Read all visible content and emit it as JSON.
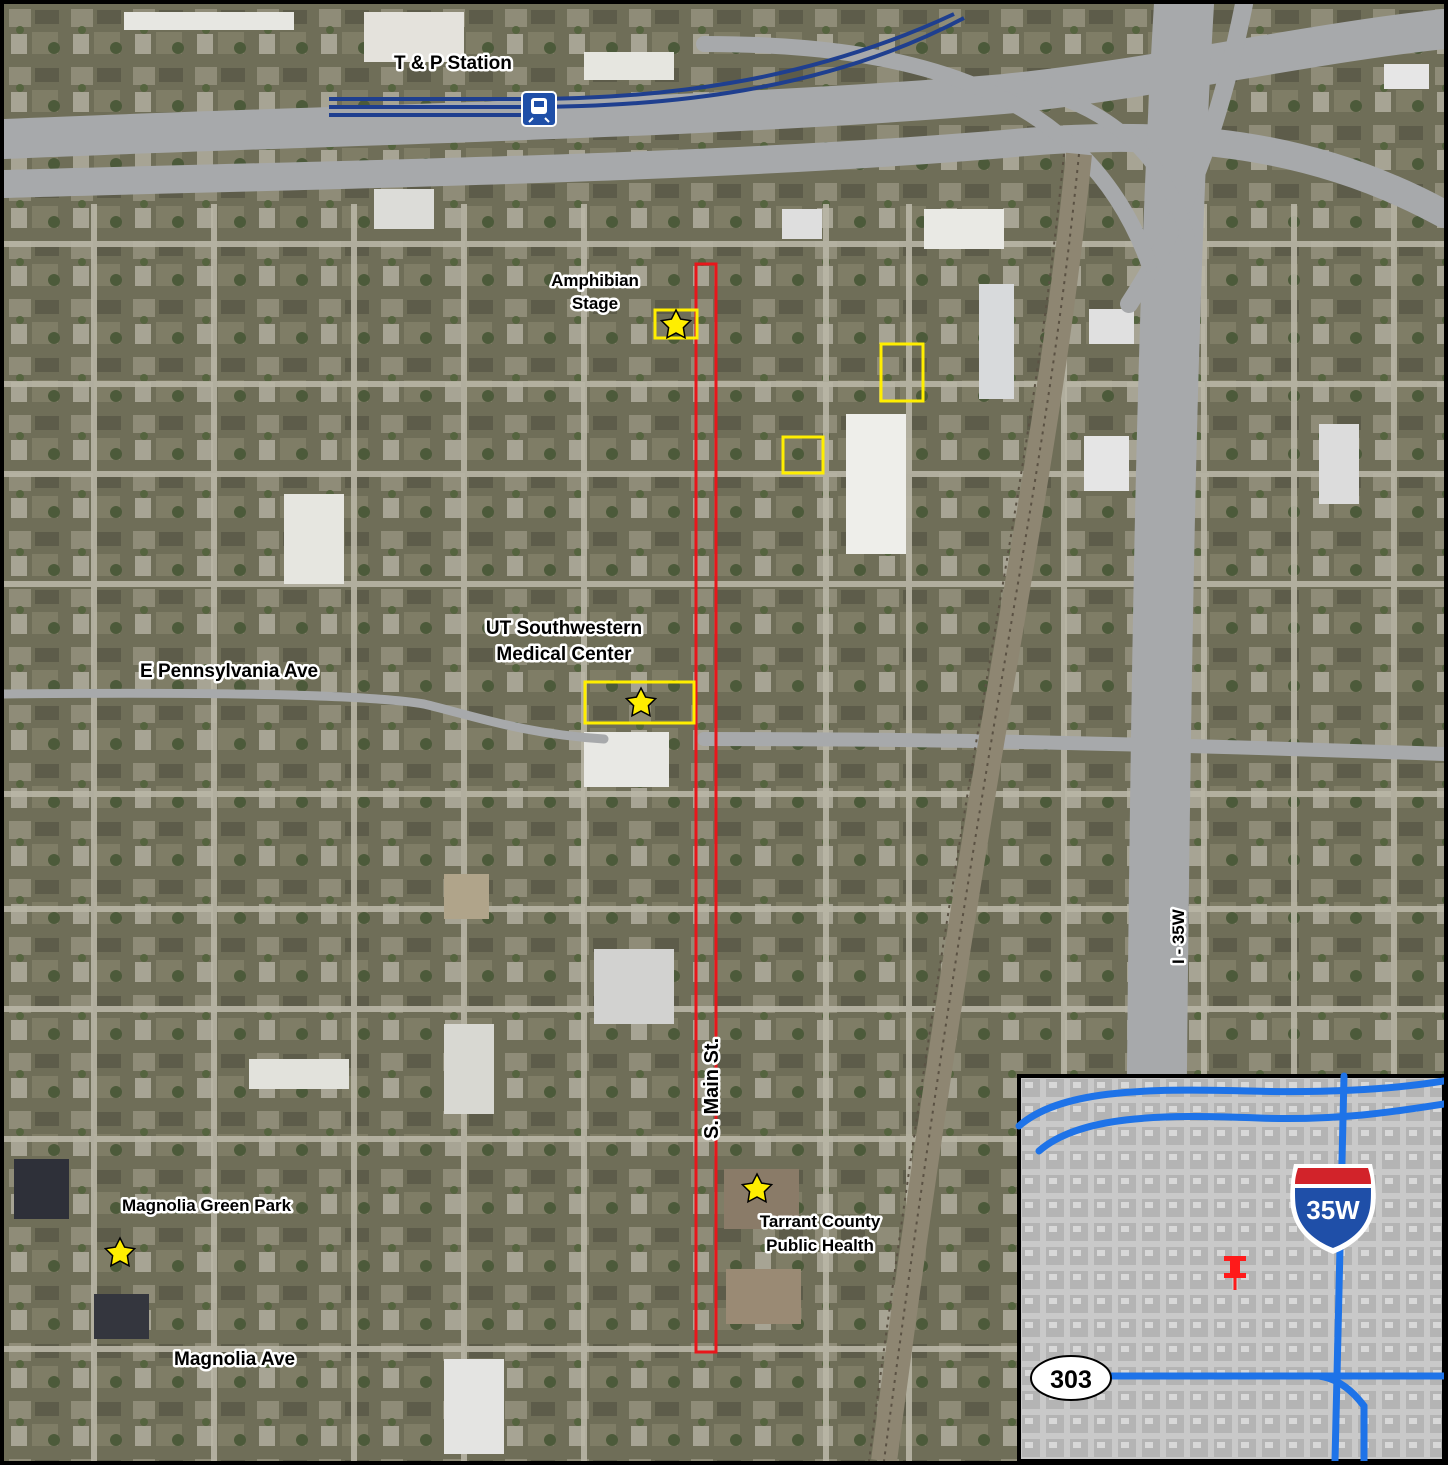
{
  "labels": {
    "tp_station": "T & P Station",
    "amphibian_line1": "Amphibian",
    "amphibian_line2": "Stage",
    "utsw_line1": "UT Southwestern",
    "utsw_line2": "Medical Center",
    "e_pennsylvania": "E Pennsylvania Ave",
    "magnolia_green": "Magnolia Green Park",
    "magnolia_ave": "Magnolia Ave",
    "s_main": "S. Main St.",
    "i35w": "I - 35W",
    "tarrant_line1": "Tarrant County",
    "tarrant_line2": "Public Health"
  },
  "inset": {
    "interstate_shield": "35W",
    "state_route": "303"
  },
  "colors": {
    "corridor": "#e8161b",
    "highlight_box": "#ffee00",
    "star": "#ffee00",
    "rail_line": "#1f3f8f",
    "inset_road": "#1e73e8",
    "inset_pin": "#ff1a1a",
    "shield_blue": "#1f4fa8",
    "shield_red": "#d2232a"
  },
  "icons": {
    "transit": "train-icon",
    "poi": "star-icon",
    "location": "pushpin-icon"
  }
}
